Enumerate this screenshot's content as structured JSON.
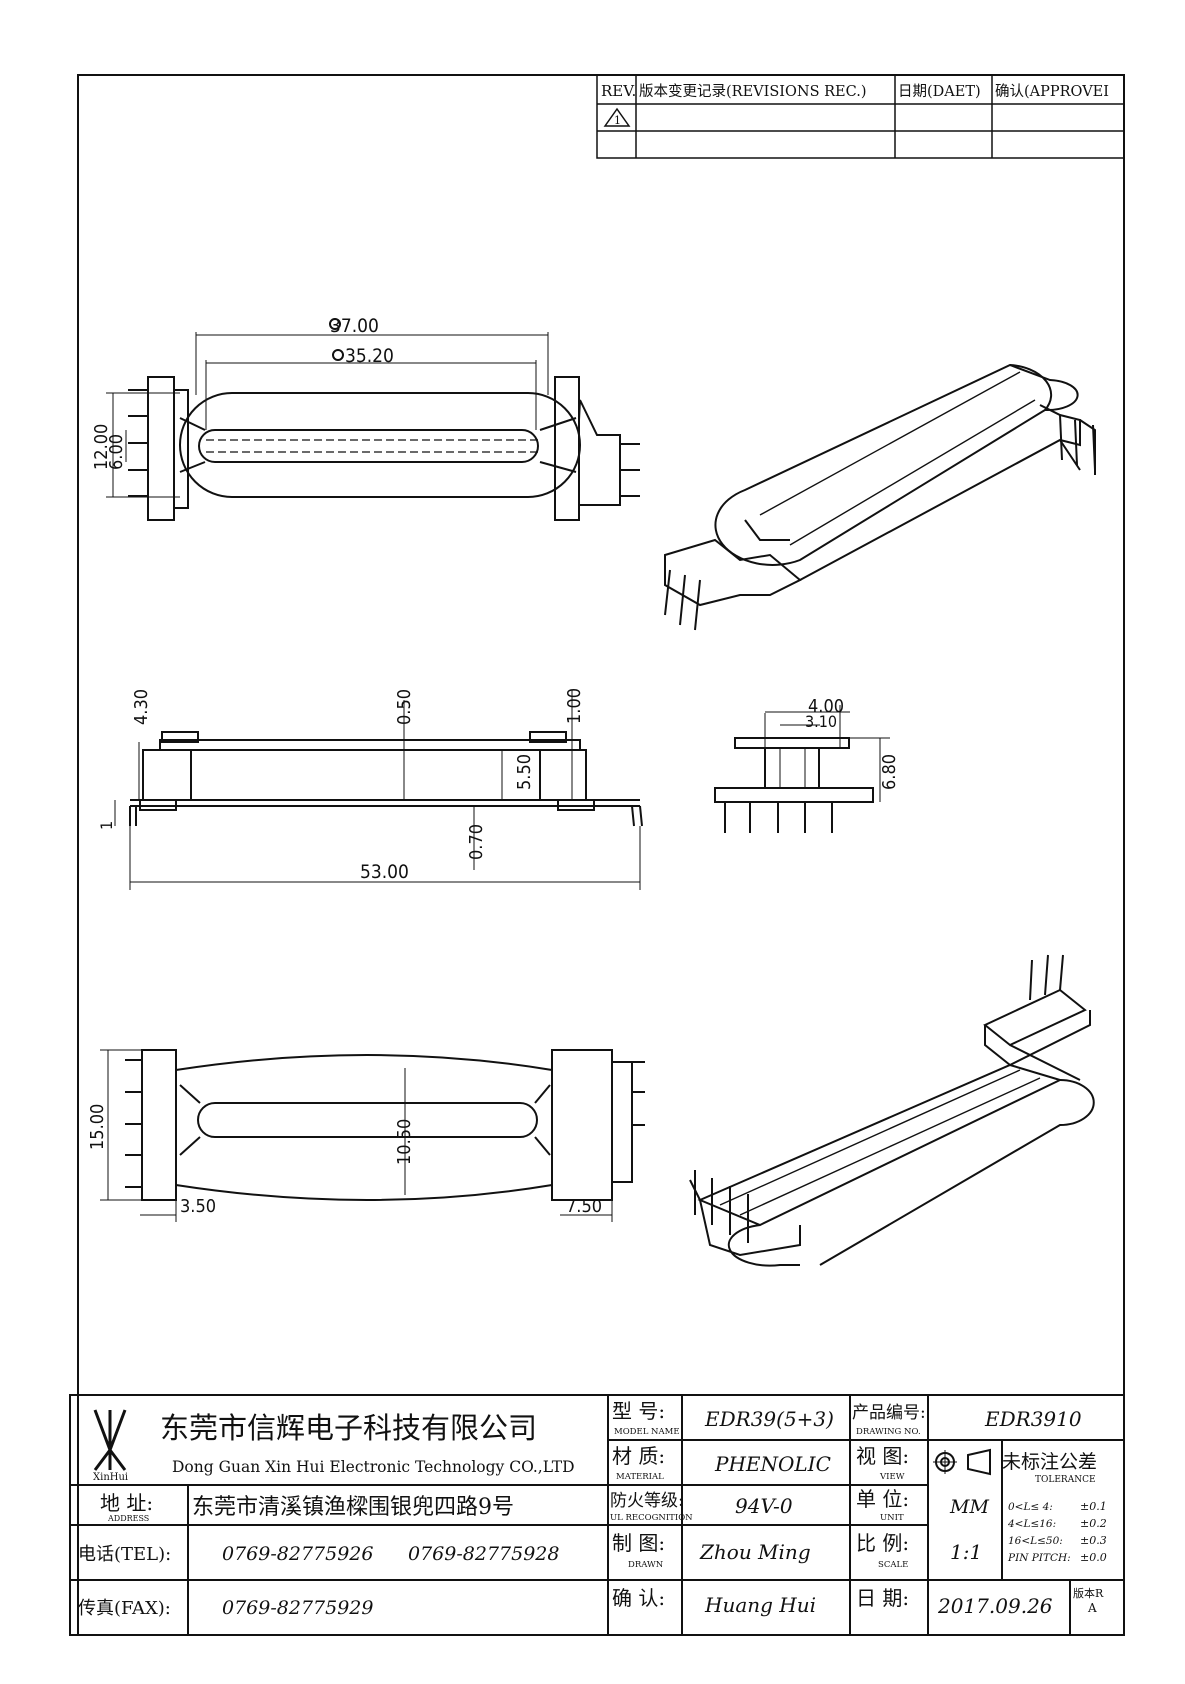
{
  "revision_block": {
    "col_rev": "REV.",
    "col_rec": "版本变更记录(REVISIONS REC.)",
    "col_date": "日期(DAET)",
    "col_appr": "确认(APPROVEI",
    "row1_rev": "1"
  },
  "dimensions": {
    "d_37": "37.00",
    "d_35": "35.20",
    "d_12": "12.00",
    "d_6": "6.00",
    "d_430": "4.30",
    "d_050": "0.50",
    "d_100": "1.00",
    "d_550": "5.50",
    "d_070": "0.70",
    "d_1": "1",
    "d_53": "53.00",
    "d_400": "4.00",
    "d_310": "3.10",
    "d_680": "6.80",
    "d_15": "15.00",
    "d_1050": "10.50",
    "d_350": "3.50",
    "d_750": "7.50"
  },
  "title_block": {
    "logo_text": "XinHui",
    "company_cn": "东莞市信辉电子科技有限公司",
    "company_en": "Dong Guan Xin Hui Electronic Technology CO.,LTD",
    "address_label_cn": "地  址:",
    "address_label_en": "ADDRESS",
    "address_value": "东莞市清溪镇渔樑围银兜四路9号",
    "tel_label": "电话(TEL):",
    "tel_value_1": "0769-82775926",
    "tel_value_2": "0769-82775928",
    "fax_label": "传真(FAX):",
    "fax_value": "0769-82775929",
    "model_label_cn": "型  号:",
    "model_label_en": "MODEL NAME",
    "model_value": "EDR39(5+3)",
    "material_label_cn": "材  质:",
    "material_label_en": "MATERIAL",
    "material_value": "PHENOLIC",
    "ul_label_cn": "防火等级:",
    "ul_label_en": "UL RECOGNITION",
    "ul_value": "94V-0",
    "drawn_label_cn": "制  图:",
    "drawn_label_en": "DRAWN",
    "drawn_value": "Zhou Ming",
    "confirm_label_cn": "确  认:",
    "confirm_value": "Huang Hui",
    "drawing_no_label_cn": "产品编号:",
    "drawing_no_label_en": "DRAWING NO.",
    "drawing_no_value": "EDR3910",
    "view_label_cn": "视  图:",
    "view_label_en": "VIEW",
    "unit_label_cn": "单  位:",
    "unit_label_en": "UNIT",
    "unit_value": "MM",
    "scale_label_cn": "比  例:",
    "scale_label_en": "SCALE",
    "scale_value": "1:1",
    "date_label_cn": "日  期:",
    "date_value": "2017.09.26",
    "version_label": "版本R",
    "version_value": "A",
    "tolerance_title_cn": "未标注公差",
    "tolerance_title_en": "TOLERANCE",
    "tolerance_rows": [
      {
        "range": "0<L≤ 4:",
        "value": "±0.1"
      },
      {
        "range": "4<L≤16:",
        "value": "±0.2"
      },
      {
        "range": "16<L≤50:",
        "value": "±0.3"
      },
      {
        "range": "PIN PITCH:",
        "value": "±0.0"
      }
    ]
  }
}
